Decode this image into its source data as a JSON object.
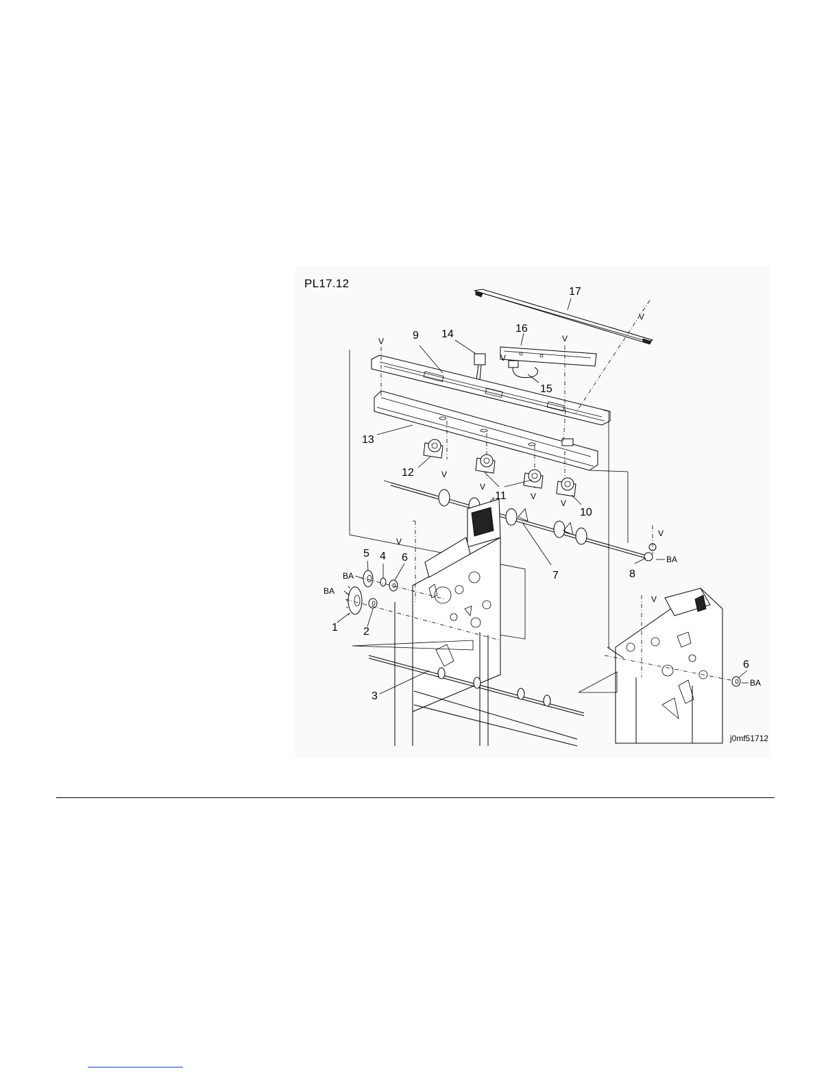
{
  "plate": {
    "title": "PL17.12",
    "image_code": "j0mf51712"
  },
  "callouts": {
    "c1": "1",
    "c2": "2",
    "c3": "3",
    "c4": "4",
    "c5": "5",
    "c6a": "6",
    "c6b": "6",
    "c7": "7",
    "c8": "8",
    "c9": "9",
    "c10": "10",
    "c11": "11",
    "c12": "12",
    "c13": "13",
    "c14": "14",
    "c15": "15",
    "c16": "16",
    "c17": "17"
  },
  "fastener_tags": {
    "v": "V",
    "ba": "BA"
  }
}
